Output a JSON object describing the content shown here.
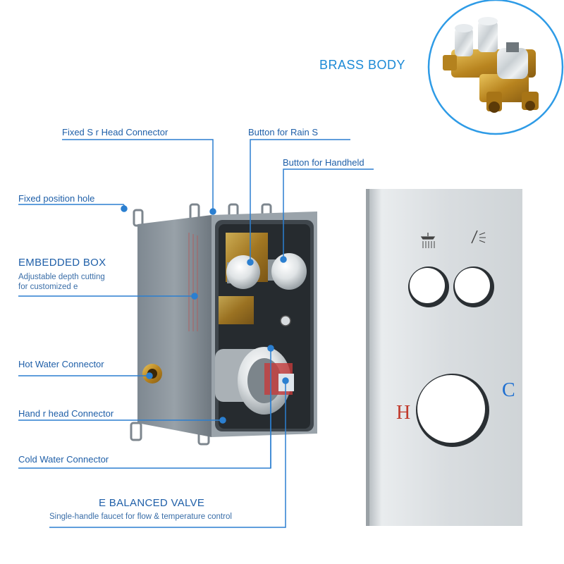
{
  "brass_body_label": "BRASS BODY",
  "labels": {
    "fixed_head_connector": "Fixed S        r Head Connector",
    "rain_button": "Button for Rain S",
    "handheld_button": "Button for Handheld",
    "fixed_position_hole": "Fixed position hole",
    "embedded_box_title": "EMBEDDED BOX",
    "embedded_box_line1": "Adjustable depth cutting",
    "embedded_box_line2": "for customized e",
    "hot_water": "Hot Water Connector",
    "handheld_connector": "Hand         r head Connector",
    "cold_water": "Cold Water Connector",
    "valve_title": "E BALANCED VALVE",
    "valve_desc": "Single-handle faucet for flow & temperature control"
  },
  "plate": {
    "hot_mark": "H",
    "cold_mark": "C"
  },
  "colors": {
    "accent": "#1d8ad6",
    "label_blue": "#1f5fa8",
    "leader": "#2b7fd0",
    "hot_red": "#c0392b",
    "cold_blue": "#1f6fd1",
    "box_grey": "#8a949c",
    "brass": "#c89a2e"
  },
  "icons": [
    "rain-shower-icon",
    "handheld-shower-icon"
  ]
}
